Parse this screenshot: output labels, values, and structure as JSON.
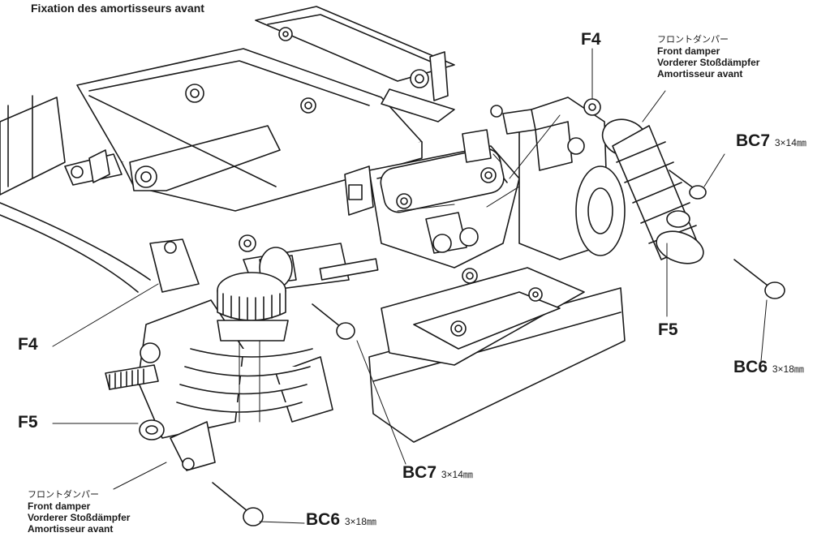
{
  "title": "Fixation des amortisseurs avant",
  "callouts": {
    "f4_top": "F4",
    "f4_left": "F4",
    "f5_right": "F5",
    "f5_left": "F5",
    "bc7_right": "BC7",
    "bc7_right_size": "3×14㎜",
    "bc7_bottom": "BC7",
    "bc7_bottom_size": "3×14㎜",
    "bc6_right": "BC6",
    "bc6_right_size": "3×18㎜",
    "bc6_bottom": "BC6",
    "bc6_bottom_size": "3×18㎜"
  },
  "damper_label_top": {
    "jp": "フロントダンパー",
    "en": "Front damper",
    "de": "Vorderer Stoßdämpfer",
    "fr": "Amortisseur avant"
  },
  "damper_label_bottom": {
    "jp": "フロントダンパー",
    "en": "Front damper",
    "de": "Vorderer Stoßdämpfer",
    "fr": "Amortisseur avant"
  },
  "colors": {
    "line": "#1a1a1a",
    "fill": "#ffffff"
  }
}
